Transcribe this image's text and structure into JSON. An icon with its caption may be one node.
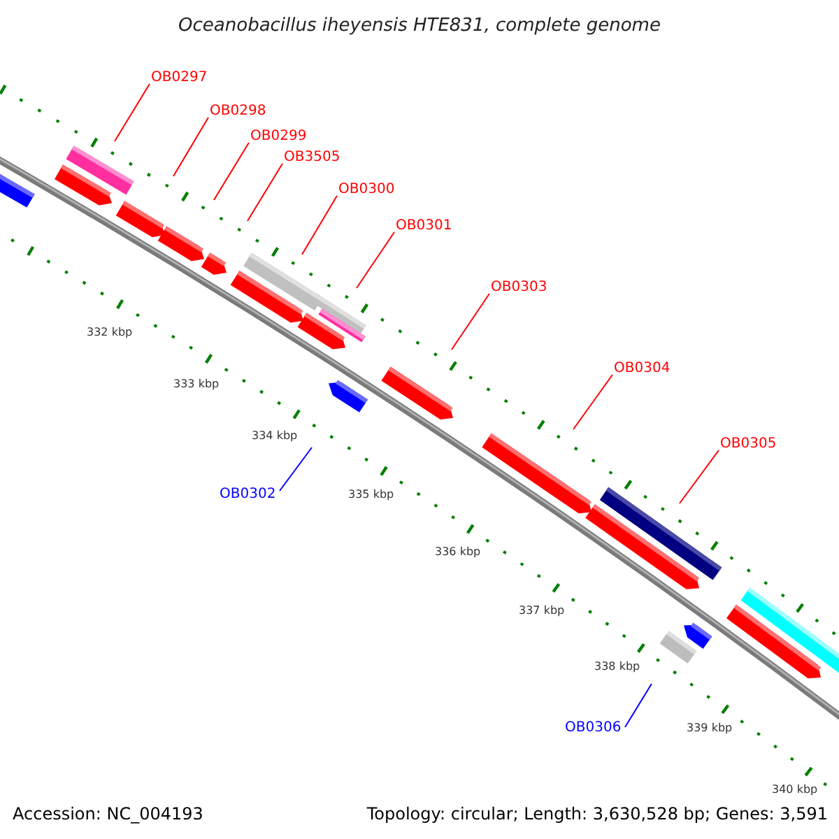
{
  "diagram": {
    "title": "Oceanobacillus iheyensis HTE831, complete genome",
    "nodes": [
      {
        "text": [
          "OB0297"
        ]
      },
      {
        "text": [
          "OB0298"
        ]
      },
      {
        "text": [
          "OB0299"
        ]
      },
      {
        "text": [
          "OB3505"
        ]
      },
      {
        "text": [
          "OB0300"
        ]
      },
      {
        "text": [
          "OB0301"
        ]
      },
      {
        "text": [
          "OB0303"
        ]
      },
      {
        "text": [
          "OB0304"
        ]
      },
      {
        "text": [
          "OB0305"
        ]
      },
      {
        "text": [
          "OB0302"
        ]
      },
      {
        "text": [
          "OB0306"
        ]
      }
    ],
    "edges": [
      {
        "from": 0,
        "to": null,
        "arrow": "none"
      },
      {
        "from": 1,
        "to": null,
        "arrow": "none"
      },
      {
        "from": 2,
        "to": null,
        "arrow": "none"
      },
      {
        "from": 3,
        "to": null,
        "arrow": "none"
      },
      {
        "from": 4,
        "to": null,
        "arrow": "none"
      },
      {
        "from": 5,
        "to": null,
        "arrow": "none"
      },
      {
        "from": 6,
        "to": null,
        "arrow": "none"
      },
      {
        "from": 7,
        "to": null,
        "arrow": "none"
      },
      {
        "from": 8,
        "to": null,
        "arrow": "none"
      },
      {
        "from": 9,
        "to": null,
        "arrow": "none",
        "color": "#0000ff"
      },
      {
        "from": 10,
        "to": null,
        "arrow": "none",
        "color": "#0000ff"
      }
    ],
    "labels": [
      "332 kbp",
      "333 kbp",
      "334 kbp",
      "335 kbp",
      "336 kbp",
      "337 kbp",
      "338 kbp",
      "339 kbp",
      "340 kbp",
      "Accession: NC_004193",
      "Topology: circular; Length: 3,630,528 bp; Genes: 3,591"
    ]
  }
}
